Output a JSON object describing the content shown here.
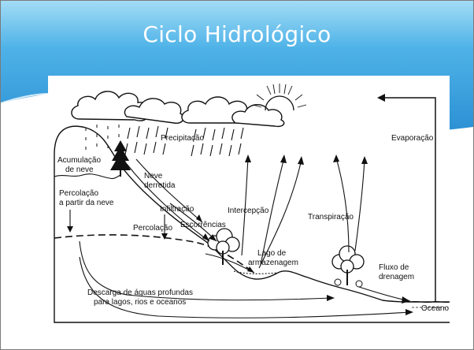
{
  "slide": {
    "title": "Ciclo Hidrológico"
  },
  "diagram": {
    "labels": {
      "precipitation": "Precipitação",
      "evaporation": "Evaporação",
      "snow_accumulation_line1": "Acumulação",
      "snow_accumulation_line2": "de neve",
      "snowmelt_line1": "Neve",
      "snowmelt_line2": "derretida",
      "snow_percolation_line1": "Percolação",
      "snow_percolation_line2": "a partir da neve",
      "infiltration": "Infiltração",
      "interception": "Intercepção",
      "transpiration": "Transpiração",
      "runoff": "Escorrências",
      "percolation": "Percolação",
      "storage_lake_line1": "Lago de",
      "storage_lake_line2": "armazenagem",
      "drainage_flow_line1": "Fluxo de",
      "drainage_flow_line2": "drenagem",
      "deep_discharge_line1": "Descarga de águas profundas",
      "deep_discharge_line2": "para lagos, rios e oceanos",
      "ocean": "Oceano"
    }
  },
  "colors": {
    "banner_light": "#a3dcf5",
    "banner_mid": "#4fb3e8",
    "banner_dark": "#2a8fd3"
  }
}
